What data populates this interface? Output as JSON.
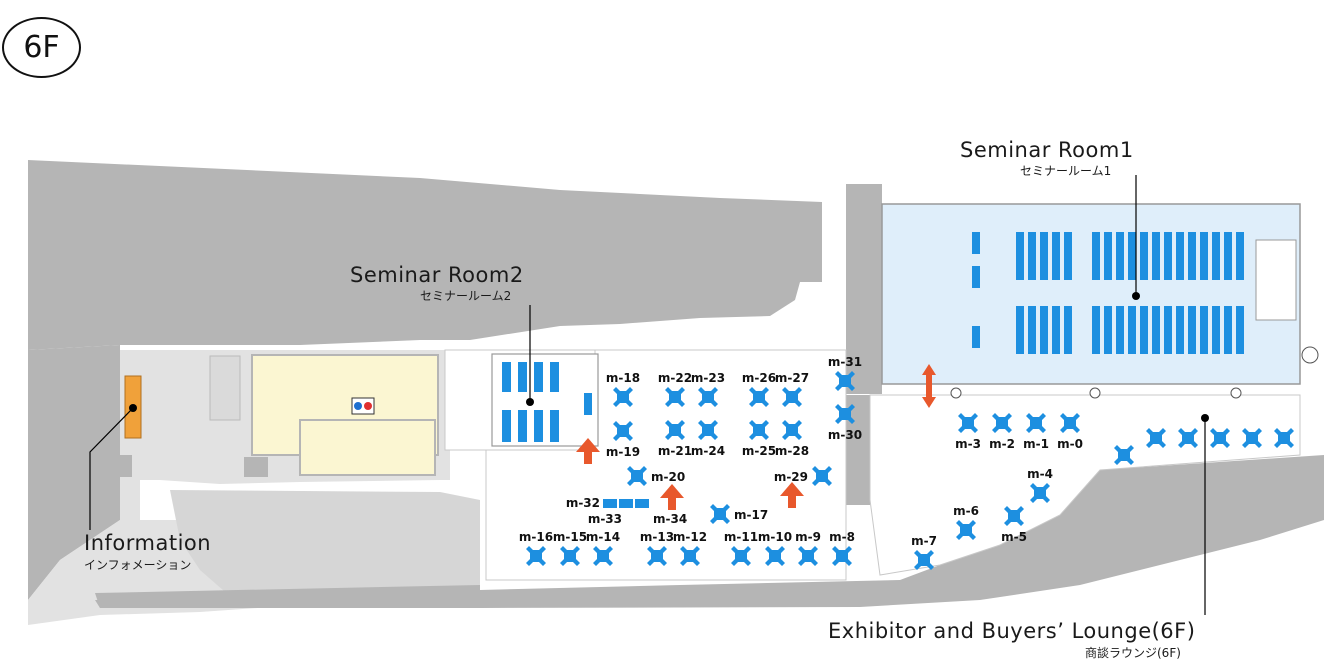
{
  "floor": "6F",
  "colors": {
    "wall": "#b5b5b5",
    "floor_area": "#e4e4e4",
    "walkway": "#ffffff",
    "seminar1_room": "#dfeefa",
    "restroom_area": "#fbf6d2",
    "info_desk": "#f0a13a",
    "seat_blue": "#1d8fe0",
    "arrow_orange": "#e8582c"
  },
  "labels": {
    "seminar1": {
      "en": "Seminar Room1",
      "ja": "セミナールーム1"
    },
    "seminar2": {
      "en": "Seminar Room2",
      "ja": "セミナールーム2"
    },
    "information": {
      "en": "Information",
      "ja": "インフォメーション"
    },
    "lounge": {
      "en": "Exhibitor and Buyers’ Lounge(6F)",
      "ja": "商談ラウンジ(6F)"
    }
  },
  "tables": [
    {
      "id": "m-0",
      "icon": "meeting-table-icon"
    },
    {
      "id": "m-1",
      "icon": "meeting-table-icon"
    },
    {
      "id": "m-2",
      "icon": "meeting-table-icon"
    },
    {
      "id": "m-3",
      "icon": "meeting-table-icon"
    },
    {
      "id": "m-4",
      "icon": "meeting-table-icon"
    },
    {
      "id": "m-5",
      "icon": "meeting-table-icon"
    },
    {
      "id": "m-6",
      "icon": "meeting-table-icon"
    },
    {
      "id": "m-7",
      "icon": "meeting-table-icon"
    },
    {
      "id": "m-8",
      "icon": "meeting-table-icon"
    },
    {
      "id": "m-9",
      "icon": "meeting-table-icon"
    },
    {
      "id": "m-10",
      "icon": "meeting-table-icon"
    },
    {
      "id": "m-11",
      "icon": "meeting-table-icon"
    },
    {
      "id": "m-12",
      "icon": "meeting-table-icon"
    },
    {
      "id": "m-13",
      "icon": "meeting-table-icon"
    },
    {
      "id": "m-14",
      "icon": "meeting-table-icon"
    },
    {
      "id": "m-15",
      "icon": "meeting-table-icon"
    },
    {
      "id": "m-16",
      "icon": "meeting-table-icon"
    },
    {
      "id": "m-17",
      "icon": "meeting-table-icon"
    },
    {
      "id": "m-18",
      "icon": "meeting-table-icon"
    },
    {
      "id": "m-19",
      "icon": "meeting-table-icon"
    },
    {
      "id": "m-20",
      "icon": "meeting-table-icon"
    },
    {
      "id": "m-21",
      "icon": "meeting-table-icon"
    },
    {
      "id": "m-22",
      "icon": "meeting-table-icon"
    },
    {
      "id": "m-23",
      "icon": "meeting-table-icon"
    },
    {
      "id": "m-24",
      "icon": "meeting-table-icon"
    },
    {
      "id": "m-25",
      "icon": "meeting-table-icon"
    },
    {
      "id": "m-26",
      "icon": "meeting-table-icon"
    },
    {
      "id": "m-27",
      "icon": "meeting-table-icon"
    },
    {
      "id": "m-28",
      "icon": "meeting-table-icon"
    },
    {
      "id": "m-29",
      "icon": "meeting-table-icon"
    },
    {
      "id": "m-30",
      "icon": "meeting-table-icon"
    },
    {
      "id": "m-31",
      "icon": "meeting-table-icon"
    },
    {
      "id": "m-32",
      "icon": "counter-table-icon"
    },
    {
      "id": "m-33",
      "icon": "counter-table-icon"
    },
    {
      "id": "m-34",
      "icon": "counter-table-icon"
    }
  ],
  "icons": [
    "restroom-icon",
    "escalator-arrow-icon",
    "two-way-arrow-icon",
    "door-swing-icon"
  ]
}
